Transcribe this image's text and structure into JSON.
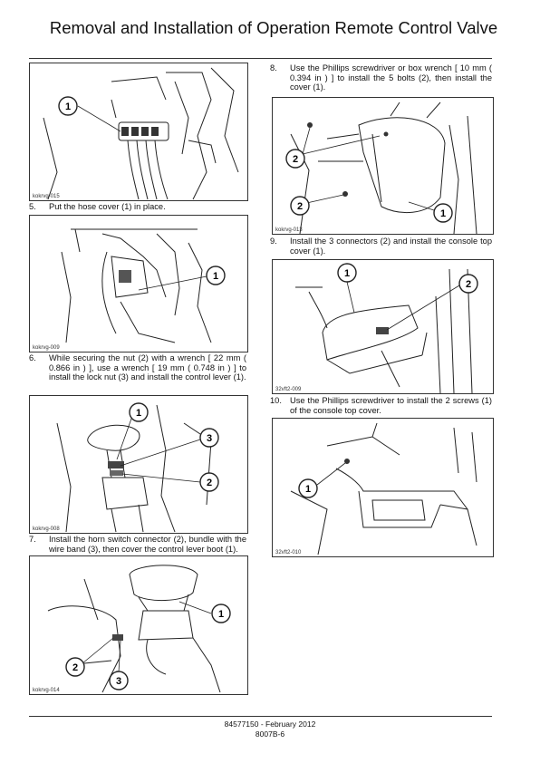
{
  "page_title": "Removal and Installation of Operation Remote Control Valve",
  "figures": [
    {
      "label": "kokrvg-015",
      "callouts": [
        "1"
      ]
    },
    {
      "label": "kokrvg-009",
      "callouts": [
        "1"
      ]
    },
    {
      "label": "kokrvg-008",
      "callouts": [
        "1",
        "3",
        "2"
      ]
    },
    {
      "label": "kokrvg-014",
      "callouts": [
        "1",
        "2",
        "3"
      ]
    },
    {
      "label": "kokrvg-013",
      "callouts": [
        "2",
        "2",
        "1"
      ]
    },
    {
      "label": "32vft2-009",
      "callouts": [
        "1",
        "2"
      ]
    },
    {
      "label": "32vft2-010",
      "callouts": [
        "1"
      ]
    }
  ],
  "steps": [
    {
      "num": "5.",
      "text": "Put the hose cover (1) in place."
    },
    {
      "num": "6.",
      "text": "While securing the nut (2) with a wrench [ 22 mm ( 0.866 in ) ], use a wrench [ 19 mm ( 0.748 in ) ] to install the lock nut (3) and install the control lever (1)."
    },
    {
      "num": "7.",
      "text": "Install the horn switch connector (2), bundle with the wire band (3), then cover the control lever boot (1)."
    },
    {
      "num": "8.",
      "text": "Use the Phillips screwdriver or box wrench [ 10 mm ( 0.394 in ) ] to install the 5 bolts (2), then install the cover (1)."
    },
    {
      "num": "9.",
      "text": "Install the 3 connectors (2) and install the console top cover (1)."
    },
    {
      "num": "10.",
      "text": "Use the Phillips screwdriver to install the 2 screws (1) of the console top cover."
    }
  ],
  "footer": {
    "line1": "84577150 - February 2012",
    "line2": "8007B-6"
  }
}
